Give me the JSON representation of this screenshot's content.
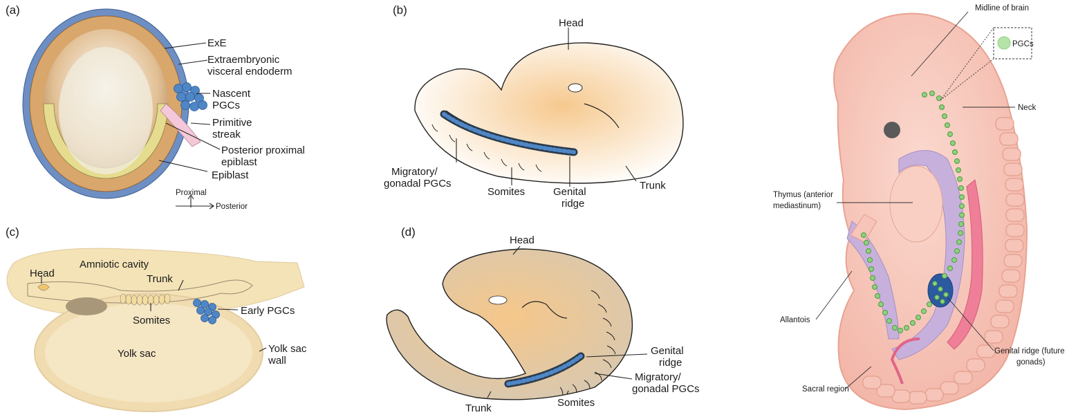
{
  "panel_a": {
    "letter": "(a)",
    "labels": {
      "exe": "ExE",
      "extraembryonic_1": "Extraembryonic",
      "extraembryonic_2": "visceral endoderm",
      "nascent_1": "Nascent",
      "nascent_2": "PGCs",
      "primitive_1": "Primitive",
      "primitive_2": "streak",
      "ppe_1": "Posterior proximal",
      "ppe_2": "epiblast",
      "epiblast": "Epiblast",
      "axis_proximal": "Proximal",
      "axis_posterior": "Posterior"
    }
  },
  "panel_b": {
    "letter": "(b)",
    "labels": {
      "head": "Head",
      "migratory_1": "Migratory/",
      "migratory_2": "gonadal PGCs",
      "somites": "Somites",
      "genital_1": "Genital",
      "genital_2": "ridge",
      "trunk": "Trunk"
    }
  },
  "panel_c": {
    "letter": "(c)",
    "labels": {
      "amniotic": "Amniotic cavity",
      "head": "Head",
      "trunk": "Trunk",
      "early_pgcs": "Early PGCs",
      "somites": "Somites",
      "yolk_sac": "Yolk sac",
      "yolk_wall_1": "Yolk sac",
      "yolk_wall_2": "wall"
    }
  },
  "panel_d": {
    "letter": "(d)",
    "labels": {
      "head": "Head",
      "genital_1": "Genital",
      "genital_2": "ridge",
      "migratory_1": "Migratory/",
      "migratory_2": "gonadal PGCs",
      "somites": "Somites",
      "trunk": "Trunk"
    }
  },
  "panel_e": {
    "labels": {
      "midline": "Midline of brain",
      "pgcs": "PGCs",
      "neck": "Neck",
      "thymus_1": "Thymus (anterior",
      "thymus_2": "mediastinum)",
      "allantois": "Allantois",
      "genital_1": "Genital ridge (future",
      "genital_2": "gonads)",
      "sacral": "Sacral region"
    }
  },
  "colors": {
    "pgc_blue": "#4f86c6",
    "tan": "#f3d6a4",
    "embryo_pink": "#f7c8bd",
    "purple": "#c7b1dc",
    "green_pgc": "#8fd17f"
  }
}
